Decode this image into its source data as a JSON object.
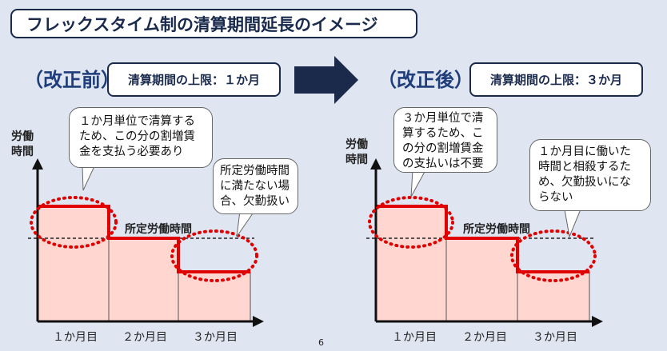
{
  "title": "フレックスタイム制の清算期間延長のイメージ",
  "before": {
    "heading": "（改正前）",
    "limit": "清算期間の上限：１か月",
    "bubble1": [
      "１か月単位で清算する",
      "ため、この分の割増賃",
      "金を支払う必要あり"
    ],
    "bubble2": [
      "所定労働時間",
      "に満たない場",
      "合、欠勤扱い"
    ],
    "ylabel": [
      "労働",
      "時間"
    ],
    "standard": "所定労働時間",
    "months": [
      "１か月目",
      "２か月目",
      "３か月目"
    ]
  },
  "after": {
    "heading": "（改正後）",
    "limit": "清算期間の上限：３か月",
    "bubble1": [
      "３か月単位で清",
      "算するため、こ",
      "の分の割増賃金",
      "の支払いは不要"
    ],
    "bubble2": [
      "１か月目に働いた",
      "時間と相殺するた",
      "め、欠勤扱いにな",
      "らない"
    ],
    "ylabel": [
      "労働",
      "時間"
    ],
    "standard": "所定労働時間",
    "months": [
      "１か月目",
      "２か月目",
      "３か月目"
    ]
  },
  "page_number": "6",
  "colors": {
    "line": "#e00000",
    "fill": "#ffd6d0",
    "arrow": "#1b2a4a",
    "heading": "#1f3d7a"
  }
}
